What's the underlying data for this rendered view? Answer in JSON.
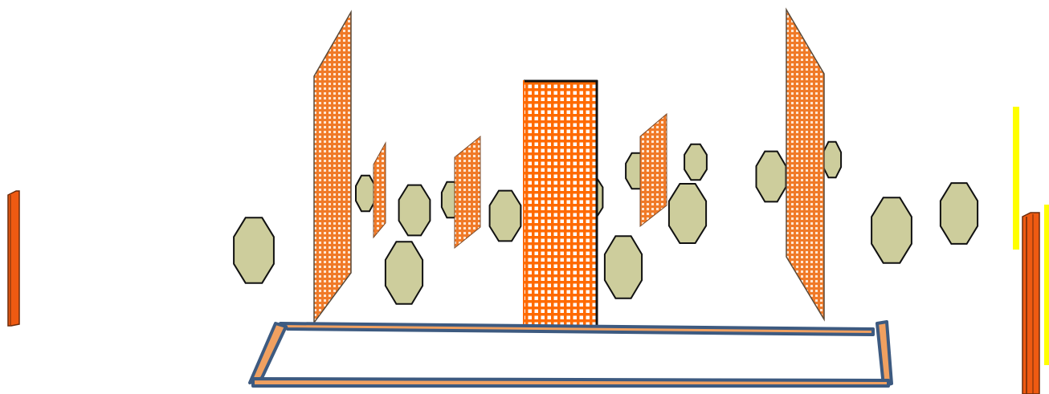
{
  "scene": {
    "title": "",
    "colors": {
      "background": "#ffffff",
      "panel_orange": "#f07a28",
      "panel_grid": "#ffe6d2",
      "panel_edge": "#5a4a3a",
      "tower_orange": "#ff6a00",
      "tower_border": "#111111",
      "blob_fill": "#cdcd9c",
      "blob_edge": "#111111",
      "platform_blue": "#3d5a80",
      "platform_orange": "#f0a060",
      "pillar_orange": "#ee5a12",
      "pillar_dark": "#6a2a0a",
      "marker_yellow": "#ffff00"
    },
    "elements": {
      "left_post": "orange-post",
      "wall_left": "grid-wall",
      "wall_right": "grid-wall",
      "small_panels": [
        "mesh-panel",
        "mesh-panel",
        "mesh-panel"
      ],
      "center_tower": "grid-tower",
      "platform": "platform-outline",
      "right_pillar": "orange-pillar",
      "yellow_markers": [
        "yellow-marker",
        "yellow-marker"
      ],
      "obstacles_count_label": ""
    }
  }
}
